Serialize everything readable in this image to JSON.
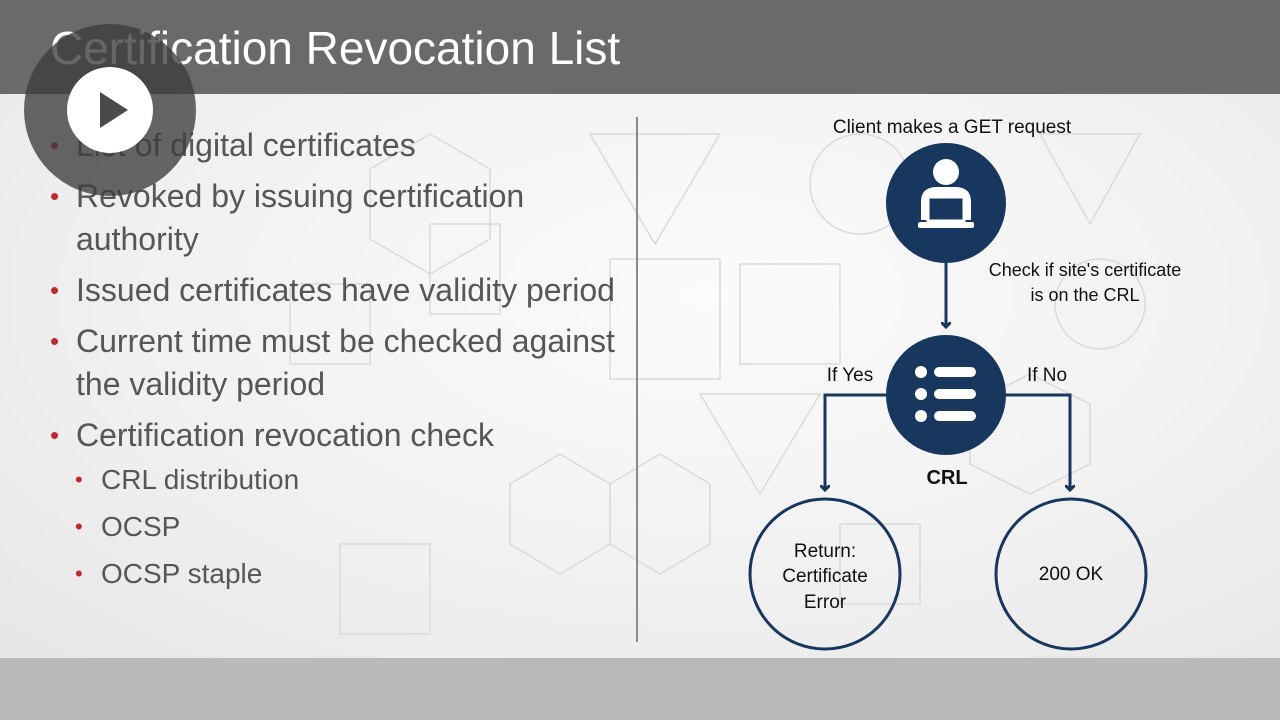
{
  "slide": {
    "title": "Certification Revocation List",
    "bullets": [
      "List of digital certificates",
      "Revoked by issuing certification authority",
      "Issued certificates have validity period",
      "Current time must be checked against the validity period",
      "Certification revocation check"
    ],
    "sub_bullets": [
      "CRL distribution",
      "OCSP",
      "OCSP staple"
    ]
  },
  "diagram": {
    "client_caption": "Client makes a GET request",
    "check_line1": "Check if site's certificate",
    "check_line2": "is on the CRL",
    "if_yes": "If Yes",
    "if_no": "If No",
    "crl_label": "CRL",
    "error_line1": "Return:",
    "error_line2": "Certificate",
    "error_line3": "Error",
    "ok_label": "200 OK"
  },
  "icons": {
    "play": "play-icon",
    "client": "user-at-computer-icon",
    "crl": "list-icon"
  },
  "colors": {
    "title_bar": "#6a6a6a",
    "bullet_marker": "#c0282d",
    "diagram_navy": "#17375e",
    "text_gray": "#565656"
  }
}
